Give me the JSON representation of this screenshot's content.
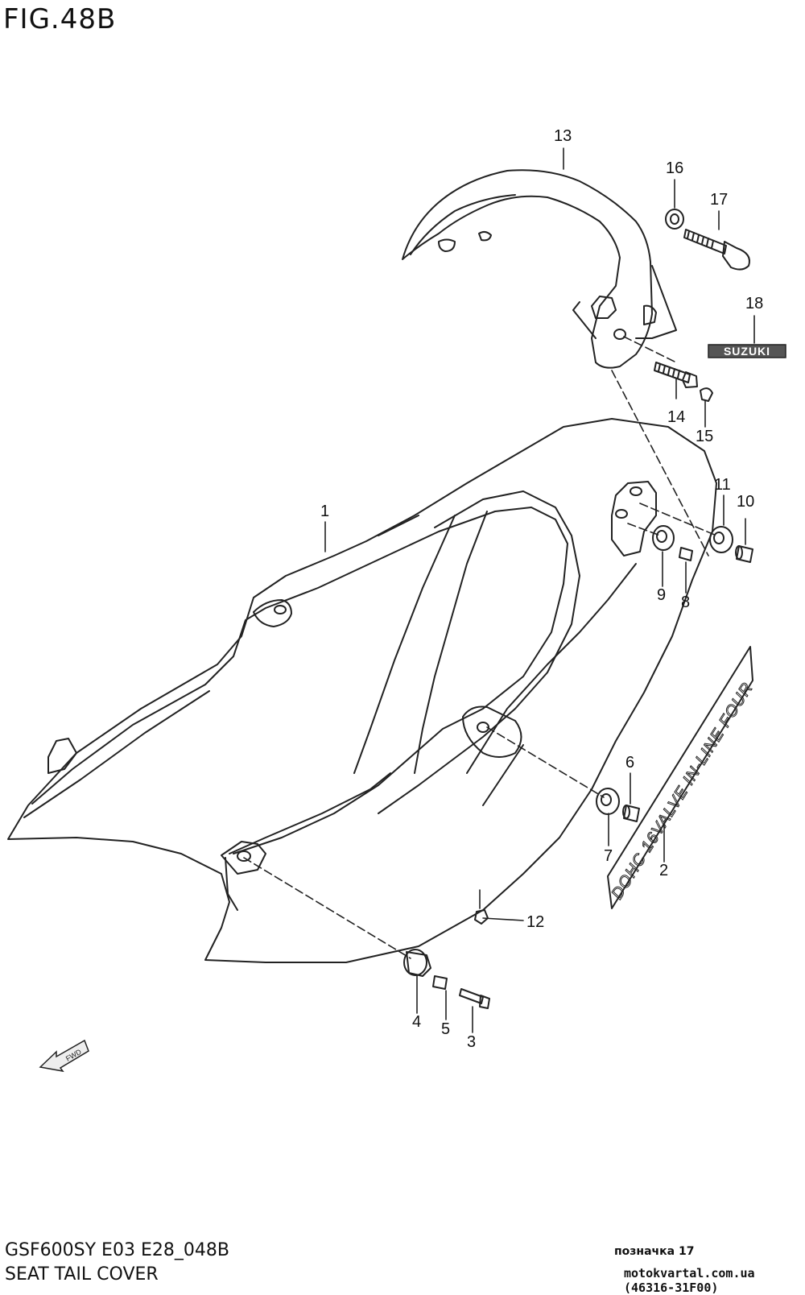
{
  "figure": {
    "title": "FIG.48B"
  },
  "decals": {
    "suzuki": "SUZUKI",
    "dohc": "DOHC 16VALVE IN-LINE FOUR",
    "fwd": "FWD"
  },
  "callouts": [
    {
      "n": "1"
    },
    {
      "n": "2"
    },
    {
      "n": "3"
    },
    {
      "n": "4"
    },
    {
      "n": "5"
    },
    {
      "n": "6"
    },
    {
      "n": "7"
    },
    {
      "n": "8"
    },
    {
      "n": "9"
    },
    {
      "n": "10"
    },
    {
      "n": "11"
    },
    {
      "n": "12"
    },
    {
      "n": "13"
    },
    {
      "n": "14"
    },
    {
      "n": "15"
    },
    {
      "n": "16"
    },
    {
      "n": "17"
    },
    {
      "n": "18"
    }
  ],
  "footer": {
    "model": "GSF600SY E03 E28_048B",
    "section": "SEAT TAIL COVER",
    "note": "позначка 17",
    "source": "motokvartal.com.ua (46316-31F00)"
  }
}
